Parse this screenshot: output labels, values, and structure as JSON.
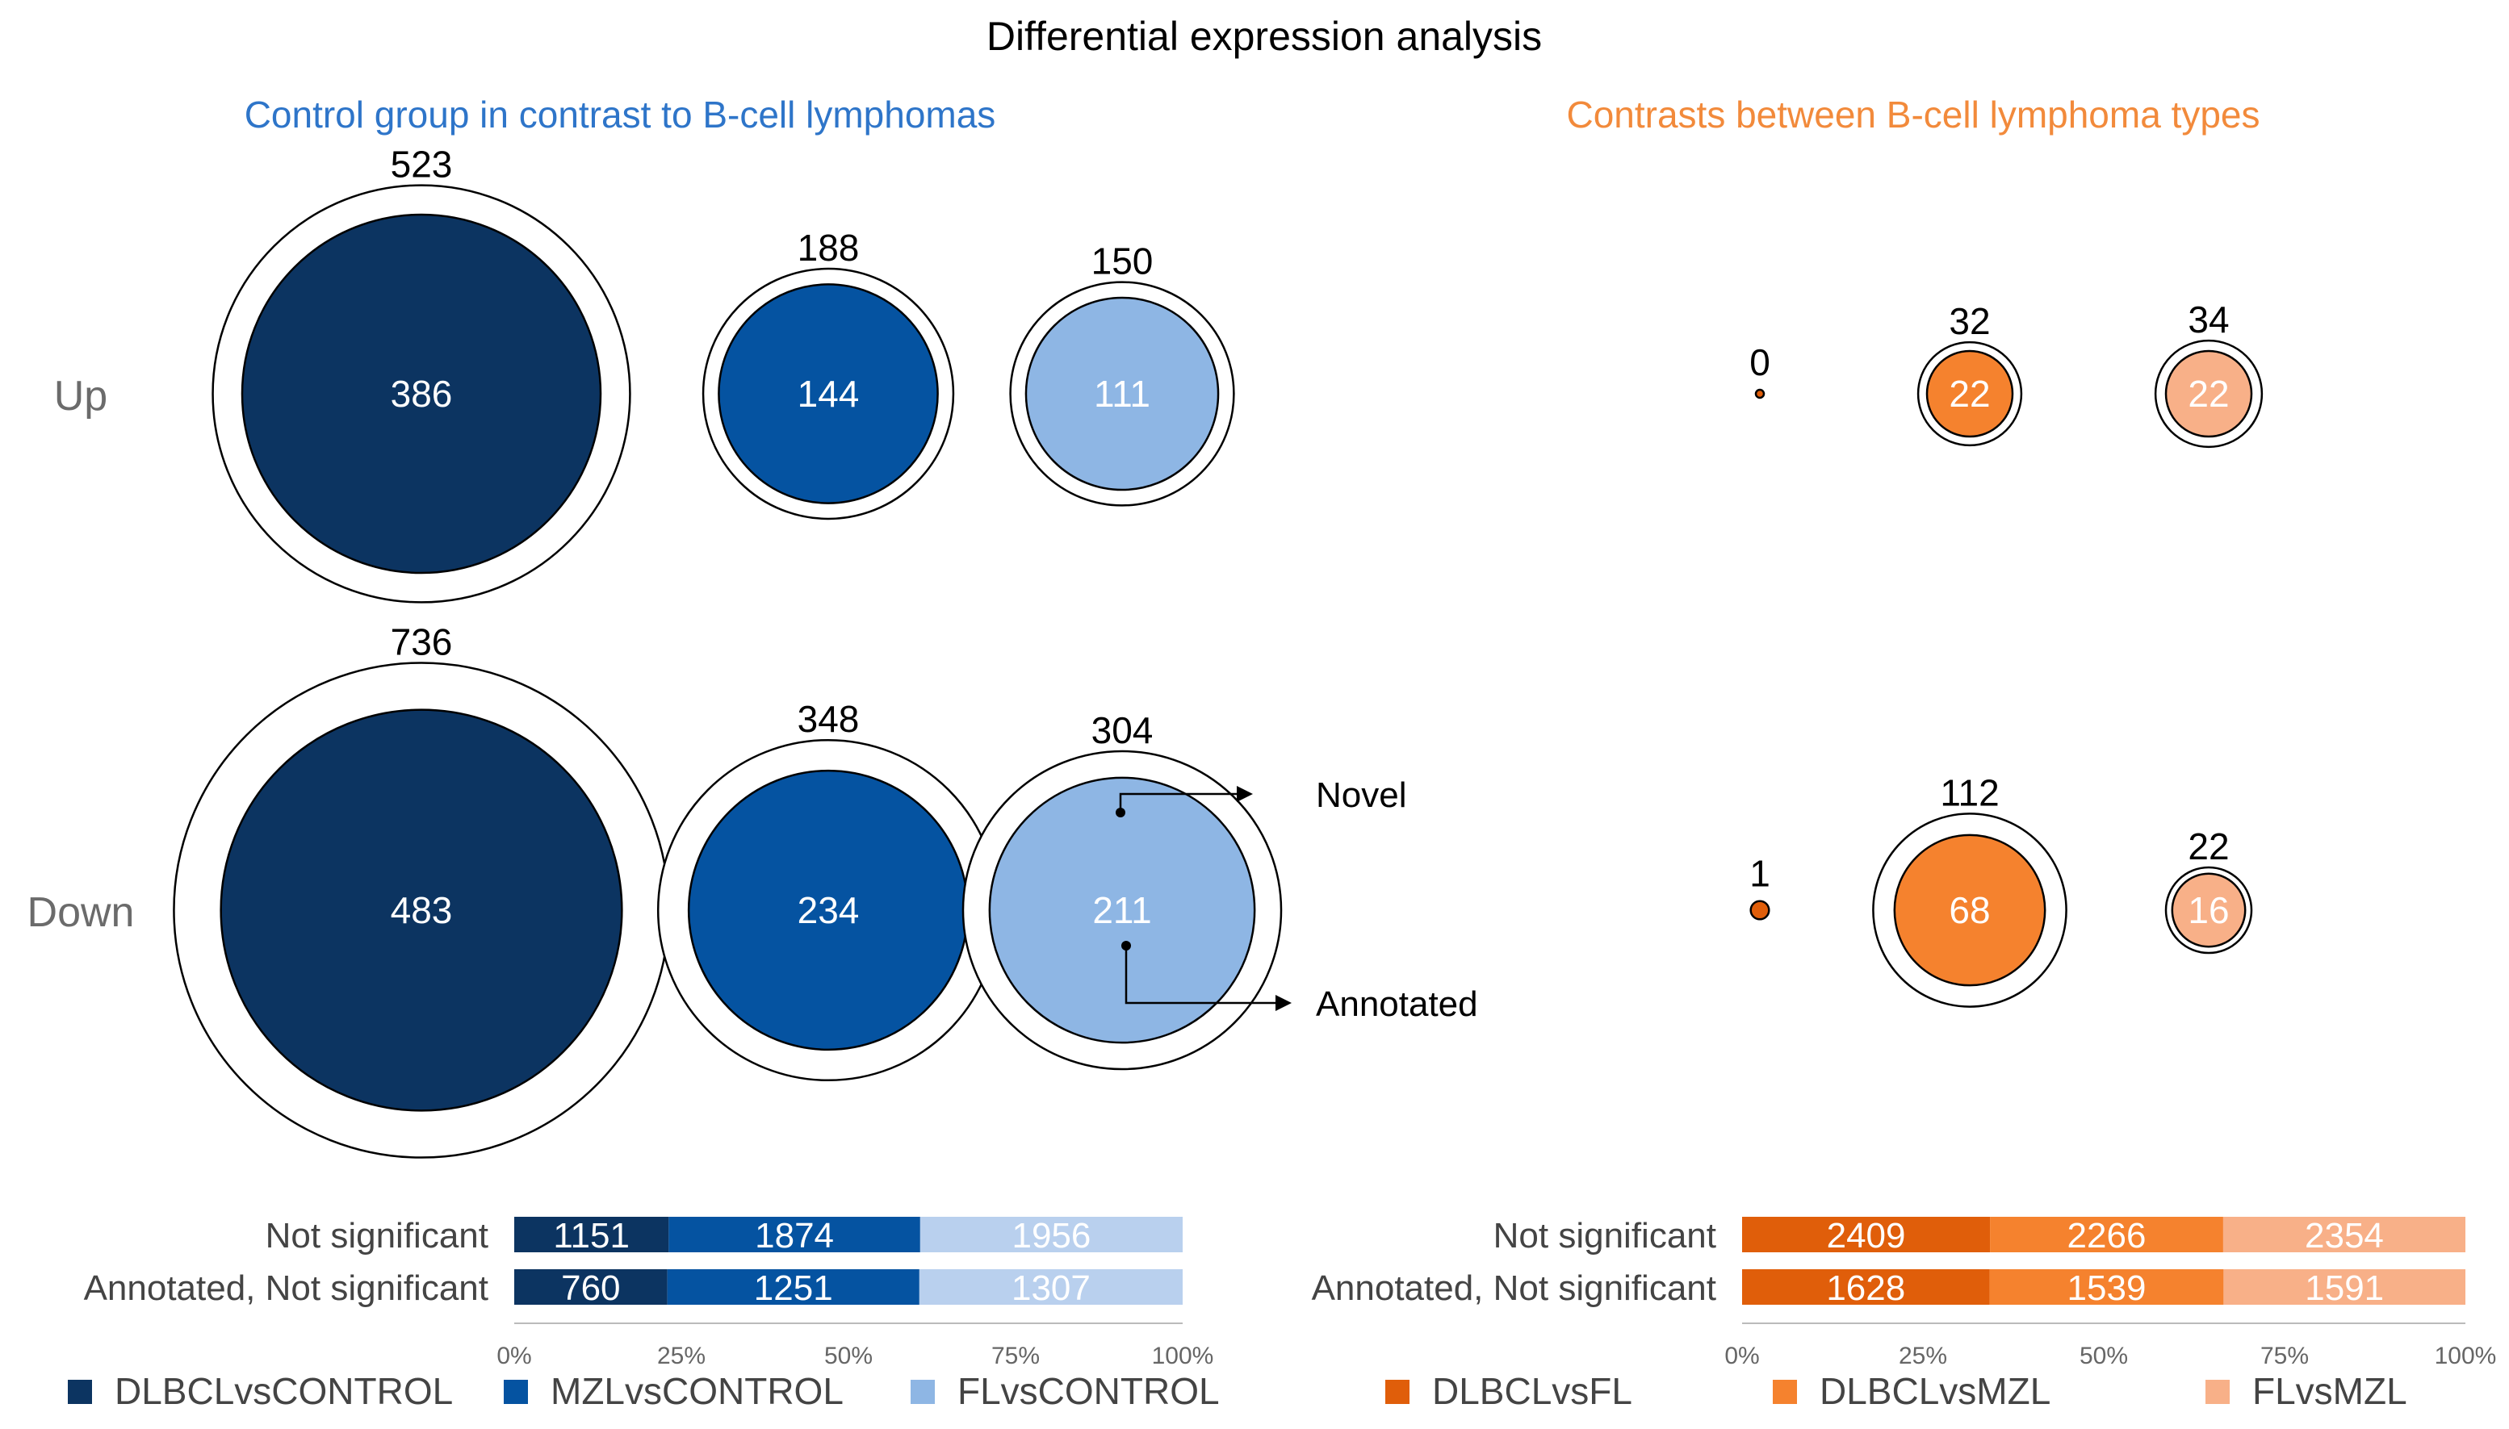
{
  "title": "Differential expression analysis",
  "row_labels": {
    "up": "Up",
    "down": "Down"
  },
  "annotation": {
    "novel": "Novel",
    "annotated": "Annotated"
  },
  "colors": {
    "DLBCLvsCONTROL": "#0c3461",
    "MZLvsCONTROL": "#0553a1",
    "FLvsCONTROL": "#8eb6e4",
    "FLvsCONTROL_bar": "#b9d0ee",
    "DLBCLvsFL": "#e05e0a",
    "DLBCLvsMZL": "#f5822e",
    "FLvsMZL": "#f8b088",
    "left_title": "#2e75c9",
    "right_title": "#f28a3b"
  },
  "chart_data": [
    {
      "type": "bubble",
      "title": "Control group in contrast to B-cell lymphomas",
      "comparisons": [
        "DLBCLvsCONTROL",
        "MZLvsCONTROL",
        "FLvsCONTROL"
      ],
      "series": [
        {
          "name": "Up",
          "total": [
            523,
            188,
            150
          ],
          "annotated": [
            386,
            144,
            111
          ]
        },
        {
          "name": "Down",
          "total": [
            736,
            348,
            304
          ],
          "annotated": [
            483,
            234,
            211
          ]
        }
      ]
    },
    {
      "type": "bubble",
      "title": "Contrasts between B-cell lymphoma types",
      "comparisons": [
        "DLBCLvsFL",
        "DLBCLvsMZL",
        "FLvsMZL"
      ],
      "series": [
        {
          "name": "Up",
          "total": [
            0,
            32,
            34
          ],
          "annotated": [
            null,
            22,
            22
          ]
        },
        {
          "name": "Down",
          "total": [
            1,
            112,
            22
          ],
          "annotated": [
            null,
            68,
            16
          ]
        }
      ]
    },
    {
      "type": "bar",
      "stacked": "percent",
      "categories": [
        "Not significant",
        "Annotated, Not significant"
      ],
      "series": [
        {
          "name": "DLBCLvsCONTROL",
          "values": [
            1151,
            760
          ]
        },
        {
          "name": "MZLvsCONTROL",
          "values": [
            1874,
            1251
          ]
        },
        {
          "name": "FLvsCONTROL",
          "values": [
            1956,
            1307
          ]
        }
      ],
      "xticks": [
        "0%",
        "25%",
        "50%",
        "75%",
        "100%"
      ],
      "xlim": [
        0,
        100
      ]
    },
    {
      "type": "bar",
      "stacked": "percent",
      "categories": [
        "Not significant",
        "Annotated, Not significant"
      ],
      "series": [
        {
          "name": "DLBCLvsFL",
          "values": [
            2409,
            1628
          ]
        },
        {
          "name": "DLBCLvsMZL",
          "values": [
            2266,
            1539
          ]
        },
        {
          "name": "FLvsMZL",
          "values": [
            2354,
            1591
          ]
        }
      ],
      "xticks": [
        "0%",
        "25%",
        "50%",
        "75%",
        "100%"
      ],
      "xlim": [
        0,
        100
      ]
    }
  ]
}
